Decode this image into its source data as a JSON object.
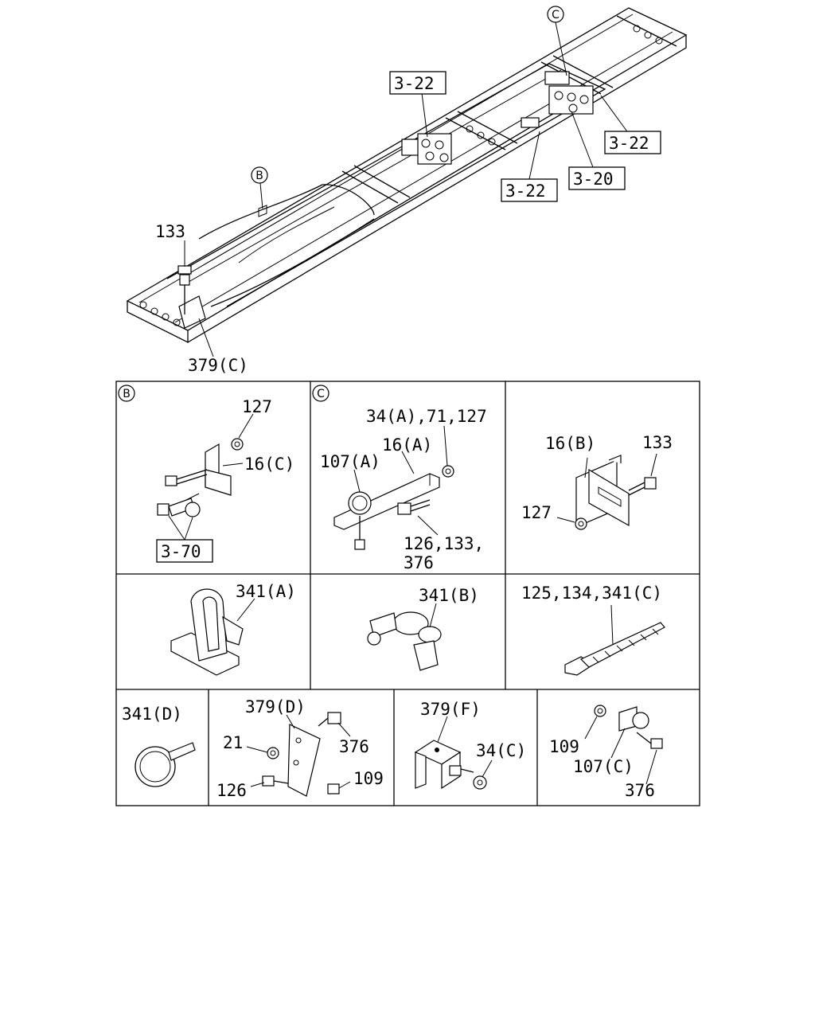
{
  "main": {
    "callouts": {
      "c": "C",
      "b": "B",
      "ref_3_22_top": "3-22",
      "ref_3_22_right": "3-22",
      "ref_3_20": "3-20",
      "ref_3_22_bottom": "3-22",
      "p133": "133",
      "p379c": "379(C)"
    }
  },
  "detail_b": {
    "tag": "B",
    "p127": "127",
    "p16c": "16(C)",
    "ref_3_70": "3-70"
  },
  "detail_c": {
    "tag": "C",
    "p34a": "34(A),71,127",
    "p16a": "16(A)",
    "p107a": "107(A)",
    "p126a": "126,133,",
    "p126b": "376"
  },
  "detail_16b": {
    "p16b": "16(B)",
    "p133": "133",
    "p127": "127"
  },
  "detail_341a": {
    "label": "341(A)"
  },
  "detail_341b": {
    "label": "341(B)"
  },
  "detail_341c": {
    "label": "125,134,341(C)"
  },
  "detail_341d": {
    "label": "341(D)"
  },
  "detail_379d": {
    "p379d": "379(D)",
    "p21": "21",
    "p376": "376",
    "p126": "126",
    "p109": "109"
  },
  "detail_379f": {
    "p379f": "379(F)",
    "p34c": "34(C)"
  },
  "detail_107c": {
    "p109": "109",
    "p107c": "107(C)",
    "p376": "376"
  }
}
